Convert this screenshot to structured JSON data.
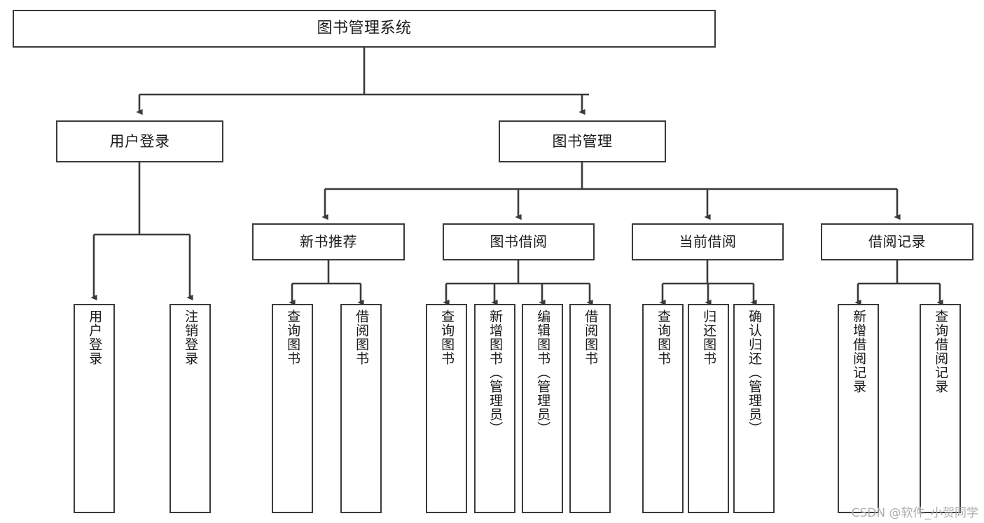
{
  "diagram": {
    "title": "图书管理系统",
    "watermark": "CSDN @软件_小贺同学",
    "colors": {
      "background": "#ffffff",
      "node_border": "#3a3a3a",
      "node_fill": "#ffffff",
      "edge": "#3a3a3a",
      "text": "#1a1a1a",
      "watermark": "#aeaeae"
    },
    "nodes": {
      "root": "图书管理系统",
      "user_login": "用户登录",
      "book_manage": "图书管理",
      "new_book_rec": "新书推荐",
      "book_borrow": "图书借阅",
      "current_borrow": "当前借阅",
      "borrow_record": "借阅记录",
      "leaf_user_login": "用户登录",
      "leaf_logout": "注销登录",
      "leaf_rec_query_book": "查询图书",
      "leaf_rec_borrow_book": "借阅图书",
      "leaf_borrow_query_book": "查询图书",
      "leaf_add_book_admin": "新增图书（管理员）",
      "leaf_edit_book_admin": "编辑图书（管理员）",
      "leaf_borrow_book": "借阅图书",
      "leaf_current_query_book": "查询图书",
      "leaf_return_book": "归还图书",
      "leaf_confirm_return_admin": "确认归还（管理员）",
      "leaf_add_record": "新增借阅记录",
      "leaf_query_record": "查询借阅记录"
    }
  }
}
